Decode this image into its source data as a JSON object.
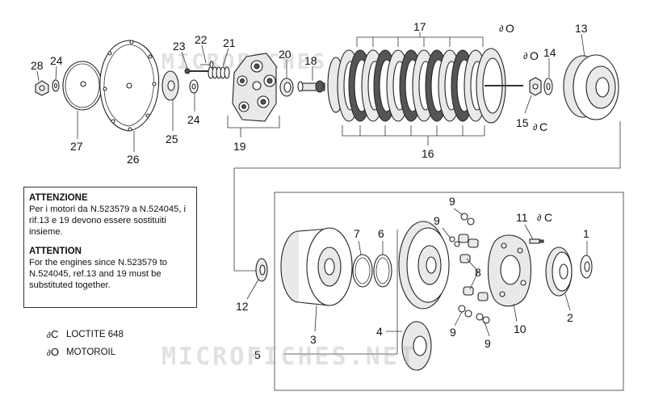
{
  "watermark": "MICROFICHES.NET",
  "callouts": {
    "c1": "1",
    "c2": "2",
    "c3": "3",
    "c4": "4",
    "c5": "5",
    "c6": "6",
    "c7": "7",
    "c8": "8",
    "c9": "9",
    "c10": "10",
    "c11": "11",
    "c12": "12",
    "c13": "13",
    "c14": "14",
    "c15": "15",
    "c16": "16",
    "c17": "17",
    "c18": "18",
    "c19": "19",
    "c20": "20",
    "c21": "21",
    "c22": "22",
    "c23": "23",
    "c24": "24",
    "c25": "25",
    "c26": "26",
    "c27": "27",
    "c28": "28"
  },
  "symbols": {
    "loctite": "C",
    "oil": "O",
    "drop": "∂"
  },
  "notice": {
    "it_title": "ATTENZIONE",
    "it_text": "Per i motori da N.523579 a N.524045, i rif.13 e 19 devono essere sostituiti insieme.",
    "en_title": "ATTENTION",
    "en_text": "For the engines since N.523579 to N.524045, ref.13 and 19 must be substituted together."
  },
  "legend": [
    {
      "symbol": "C",
      "label": "LOCTITE 648"
    },
    {
      "symbol": "O",
      "label": "MOTOROIL"
    }
  ]
}
